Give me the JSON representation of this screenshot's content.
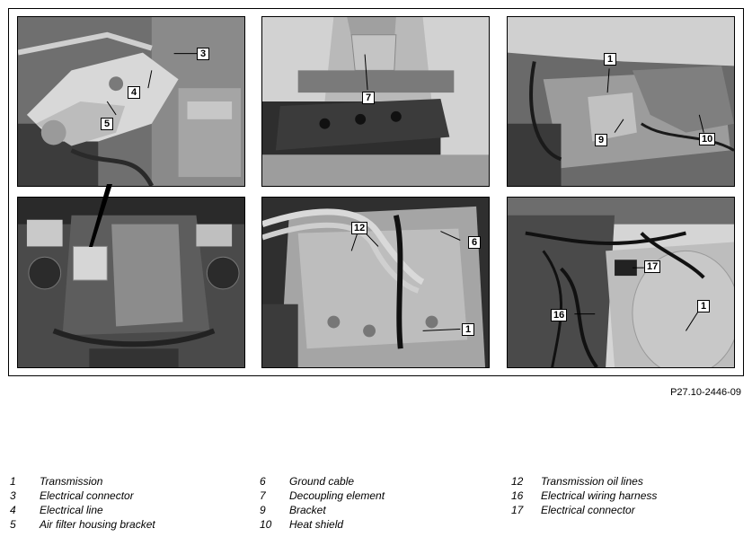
{
  "figure_ref": "P27.10-2446-09",
  "callouts": {
    "p1": [
      "3",
      "4",
      "5"
    ],
    "p2": [
      "7"
    ],
    "p3": [
      "1",
      "9",
      "10"
    ],
    "p5": [
      "12",
      "6",
      "1"
    ],
    "p6": [
      "17",
      "16",
      "1"
    ]
  },
  "legend": {
    "col1": [
      {
        "num": "1",
        "label": "Transmission"
      },
      {
        "num": "3",
        "label": "Electrical connector"
      },
      {
        "num": "4",
        "label": "Electrical line"
      },
      {
        "num": "5",
        "label": "Air filter housing bracket"
      }
    ],
    "col2": [
      {
        "num": "6",
        "label": "Ground cable"
      },
      {
        "num": "7",
        "label": "Decoupling element"
      },
      {
        "num": "9",
        "label": "Bracket"
      },
      {
        "num": "10",
        "label": "Heat shield"
      }
    ],
    "col3": [
      {
        "num": "12",
        "label": "Transmission oil lines"
      },
      {
        "num": "16",
        "label": "Electrical wiring harness"
      },
      {
        "num": "17",
        "label": "Electrical connector"
      }
    ]
  }
}
